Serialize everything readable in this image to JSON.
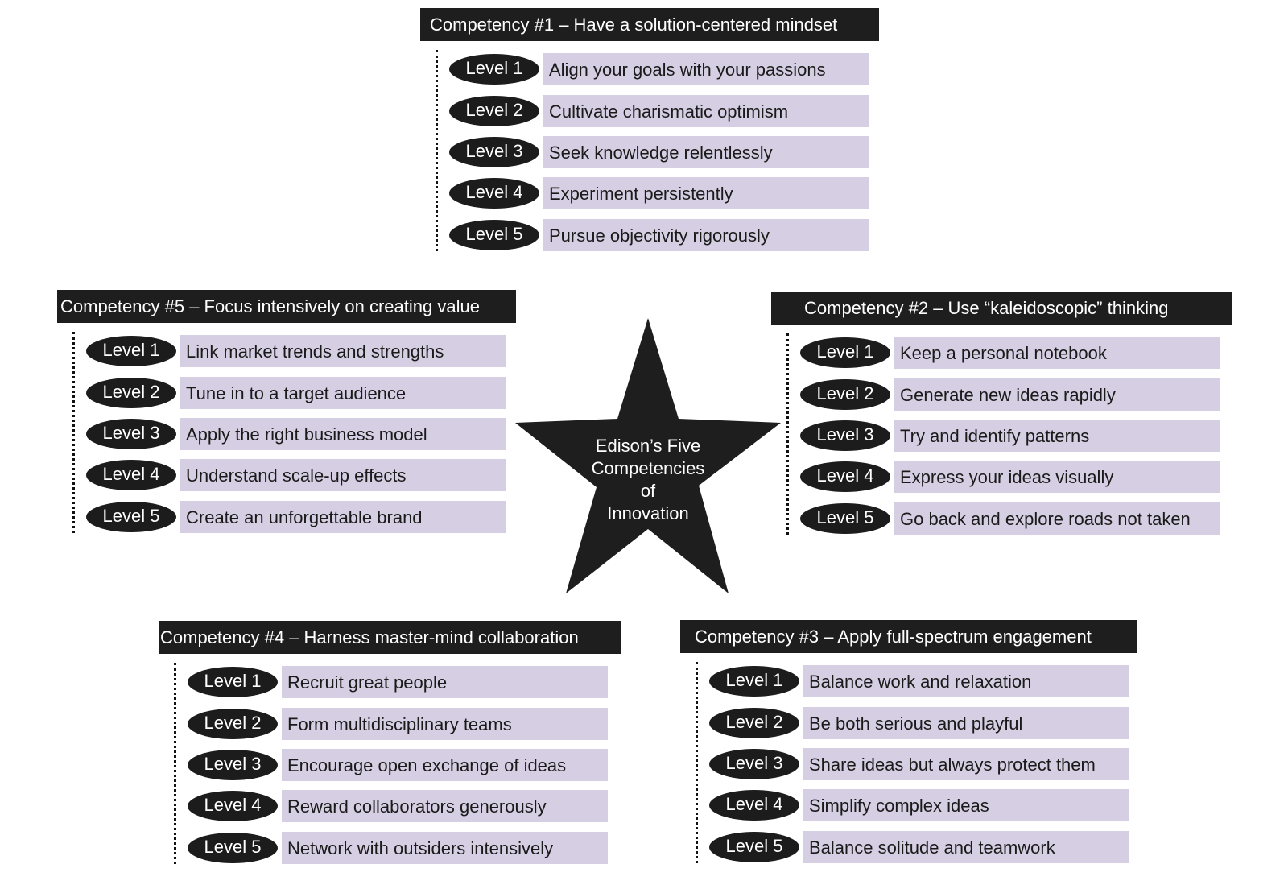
{
  "center": {
    "lines": [
      "Edison’s Five",
      "Competencies",
      "of",
      "Innovation"
    ]
  },
  "competencies": {
    "c1": {
      "title": "Competency #1 – Have a solution-centered mindset",
      "levels": [
        {
          "label": "Level 1",
          "text": "Align your goals with your passions"
        },
        {
          "label": "Level 2",
          "text": "Cultivate charismatic optimism"
        },
        {
          "label": "Level 3",
          "text": "Seek knowledge relentlessly"
        },
        {
          "label": "Level 4",
          "text": "Experiment persistently"
        },
        {
          "label": "Level 5",
          "text": "Pursue objectivity rigorously"
        }
      ]
    },
    "c2": {
      "title": "Competency #2 – Use “kaleidoscopic” thinking",
      "levels": [
        {
          "label": "Level 1",
          "text": "Keep a personal notebook"
        },
        {
          "label": "Level 2",
          "text": "Generate new ideas rapidly"
        },
        {
          "label": "Level 3",
          "text": "Try and identify patterns"
        },
        {
          "label": "Level 4",
          "text": "Express your ideas visually"
        },
        {
          "label": "Level 5",
          "text": "Go back and explore roads not taken"
        }
      ]
    },
    "c3": {
      "title": "Competency #3 – Apply full-spectrum engagement",
      "levels": [
        {
          "label": "Level 1",
          "text": "Balance work and relaxation"
        },
        {
          "label": "Level 2",
          "text": "Be both serious and playful"
        },
        {
          "label": "Level 3",
          "text": "Share ideas but always protect them"
        },
        {
          "label": "Level 4",
          "text": "Simplify complex ideas"
        },
        {
          "label": "Level 5",
          "text": "Balance solitude and teamwork"
        }
      ]
    },
    "c4": {
      "title": "Competency #4 – Harness  master-mind collaboration",
      "levels": [
        {
          "label": "Level 1",
          "text": "Recruit great people"
        },
        {
          "label": "Level 2",
          "text": "Form multidisciplinary teams"
        },
        {
          "label": "Level 3",
          "text": "Encourage open exchange of ideas"
        },
        {
          "label": "Level 4",
          "text": "Reward collaborators generously"
        },
        {
          "label": "Level 5",
          "text": "Network with outsiders intensively"
        }
      ]
    },
    "c5": {
      "title": "Competency #5 – Focus intensively on creating value",
      "levels": [
        {
          "label": "Level 1",
          "text": "Link market trends and strengths"
        },
        {
          "label": "Level 2",
          "text": "Tune in to a target audience"
        },
        {
          "label": "Level 3",
          "text": "Apply the right business model"
        },
        {
          "label": "Level 4",
          "text": "Understand scale-up effects"
        },
        {
          "label": "Level 5",
          "text": "Create an unforgettable brand"
        }
      ]
    }
  }
}
